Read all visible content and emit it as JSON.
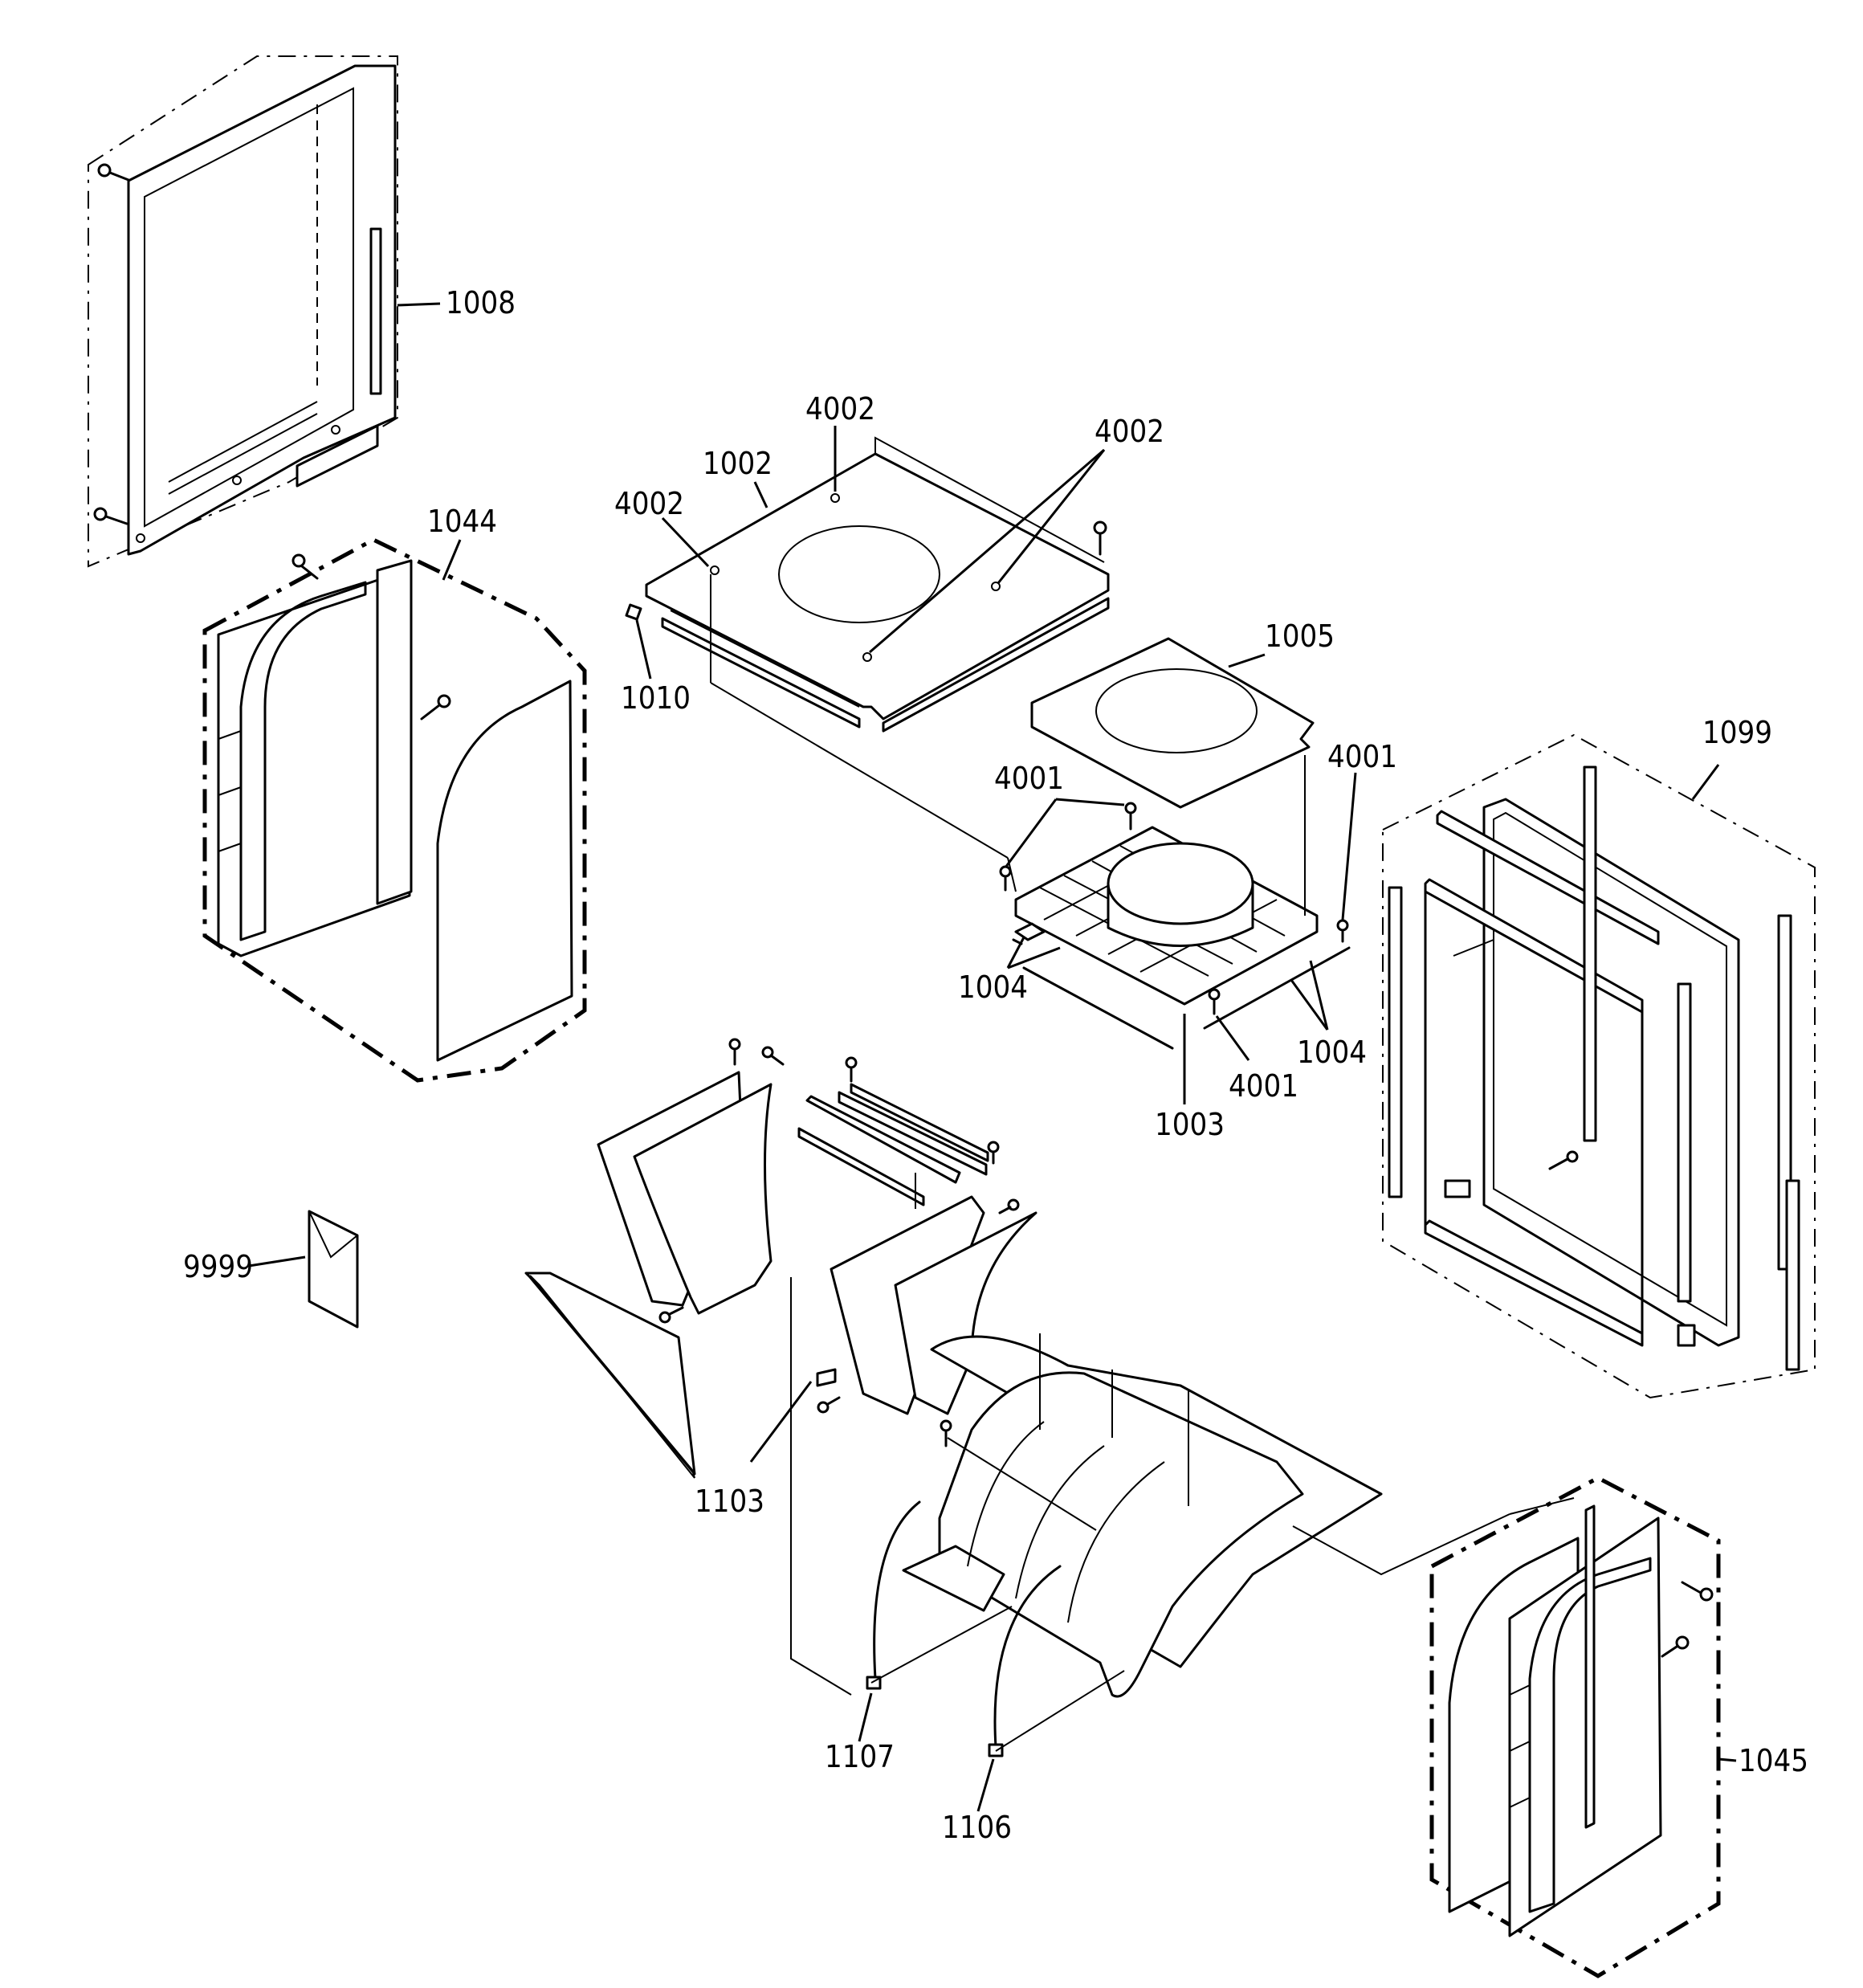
{
  "diagram": {
    "labels": {
      "p1008": "1008",
      "p1044": "1044",
      "p1002": "1002",
      "p4002a": "4002",
      "p4002b": "4002",
      "p4002c": "4002",
      "p1010": "1010",
      "p1005": "1005",
      "p4001a": "4001",
      "p4001b": "4001",
      "p4001c": "4001",
      "p1004a": "1004",
      "p1004b": "1004",
      "p1003": "1003",
      "p1099": "1099",
      "p9999": "9999",
      "p1103": "1103",
      "p1107": "1107",
      "p1106": "1106",
      "p1045": "1045"
    }
  }
}
